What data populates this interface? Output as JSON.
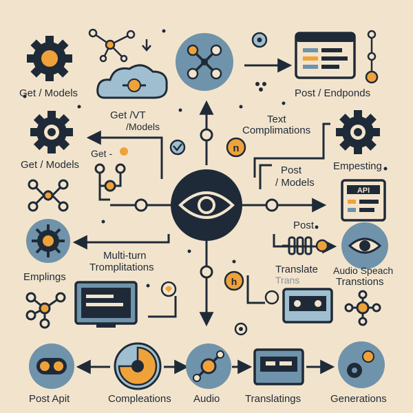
{
  "labels": {
    "get_models_top": "Get / Models",
    "post_endpoints": "Post / Endponds",
    "get_vt": "Get /VT",
    "models_sub": "/Models",
    "text": "Text",
    "complimations": "Complimations",
    "get_models_mid": "Get / Models",
    "get_dash": "Get -",
    "empesting": "Empesting",
    "post": "Post",
    "models_right": "/ Models",
    "post_mid": "Post",
    "multi_turn": "Multi-turn",
    "tromplitations": "Tromplitations",
    "emplings": "Emplings",
    "translate": "Translate",
    "trans": "Trans",
    "audio_speach": "Audio Speach",
    "transtions": "Transtions",
    "post_apit": "Post Apit",
    "completions": "Compleations",
    "audio": "Audio",
    "translatings": "Translatings",
    "generations": "Generations"
  },
  "icons": {
    "api_label": "API",
    "n_badge": "n",
    "h_badge": "h"
  },
  "colors": {
    "background": "#f2e4cc",
    "dark": "#1f2a38",
    "blue": "#6f93aa",
    "light_blue": "#9fbfd0",
    "orange": "#f0a23a",
    "faded_text": "#8a8f96"
  }
}
